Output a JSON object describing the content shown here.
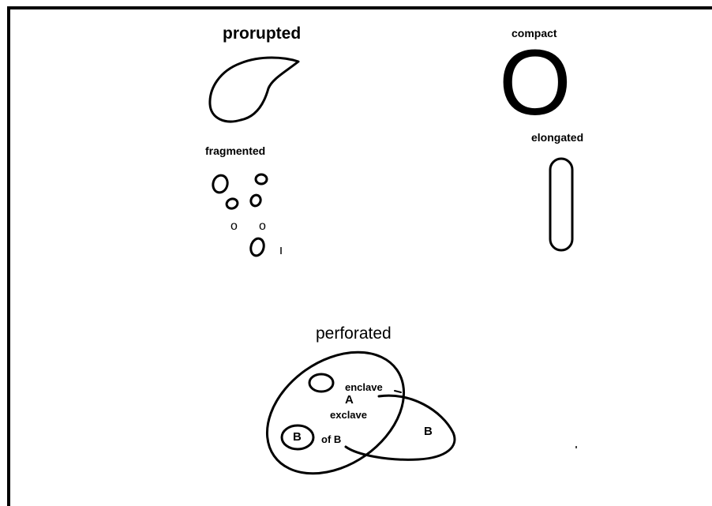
{
  "labels": {
    "prorupted": "prorupted",
    "compact": "compact",
    "compact_symbol": "O",
    "fragmented": "fragmented",
    "elongated": "elongated",
    "small_o_1": "o",
    "small_o_2": "o",
    "perforated": "perforated",
    "enclave": "enclave",
    "a": "A",
    "exclave": "exclave",
    "b_inner": "B",
    "of_b": "of B",
    "b_outer": "B"
  }
}
